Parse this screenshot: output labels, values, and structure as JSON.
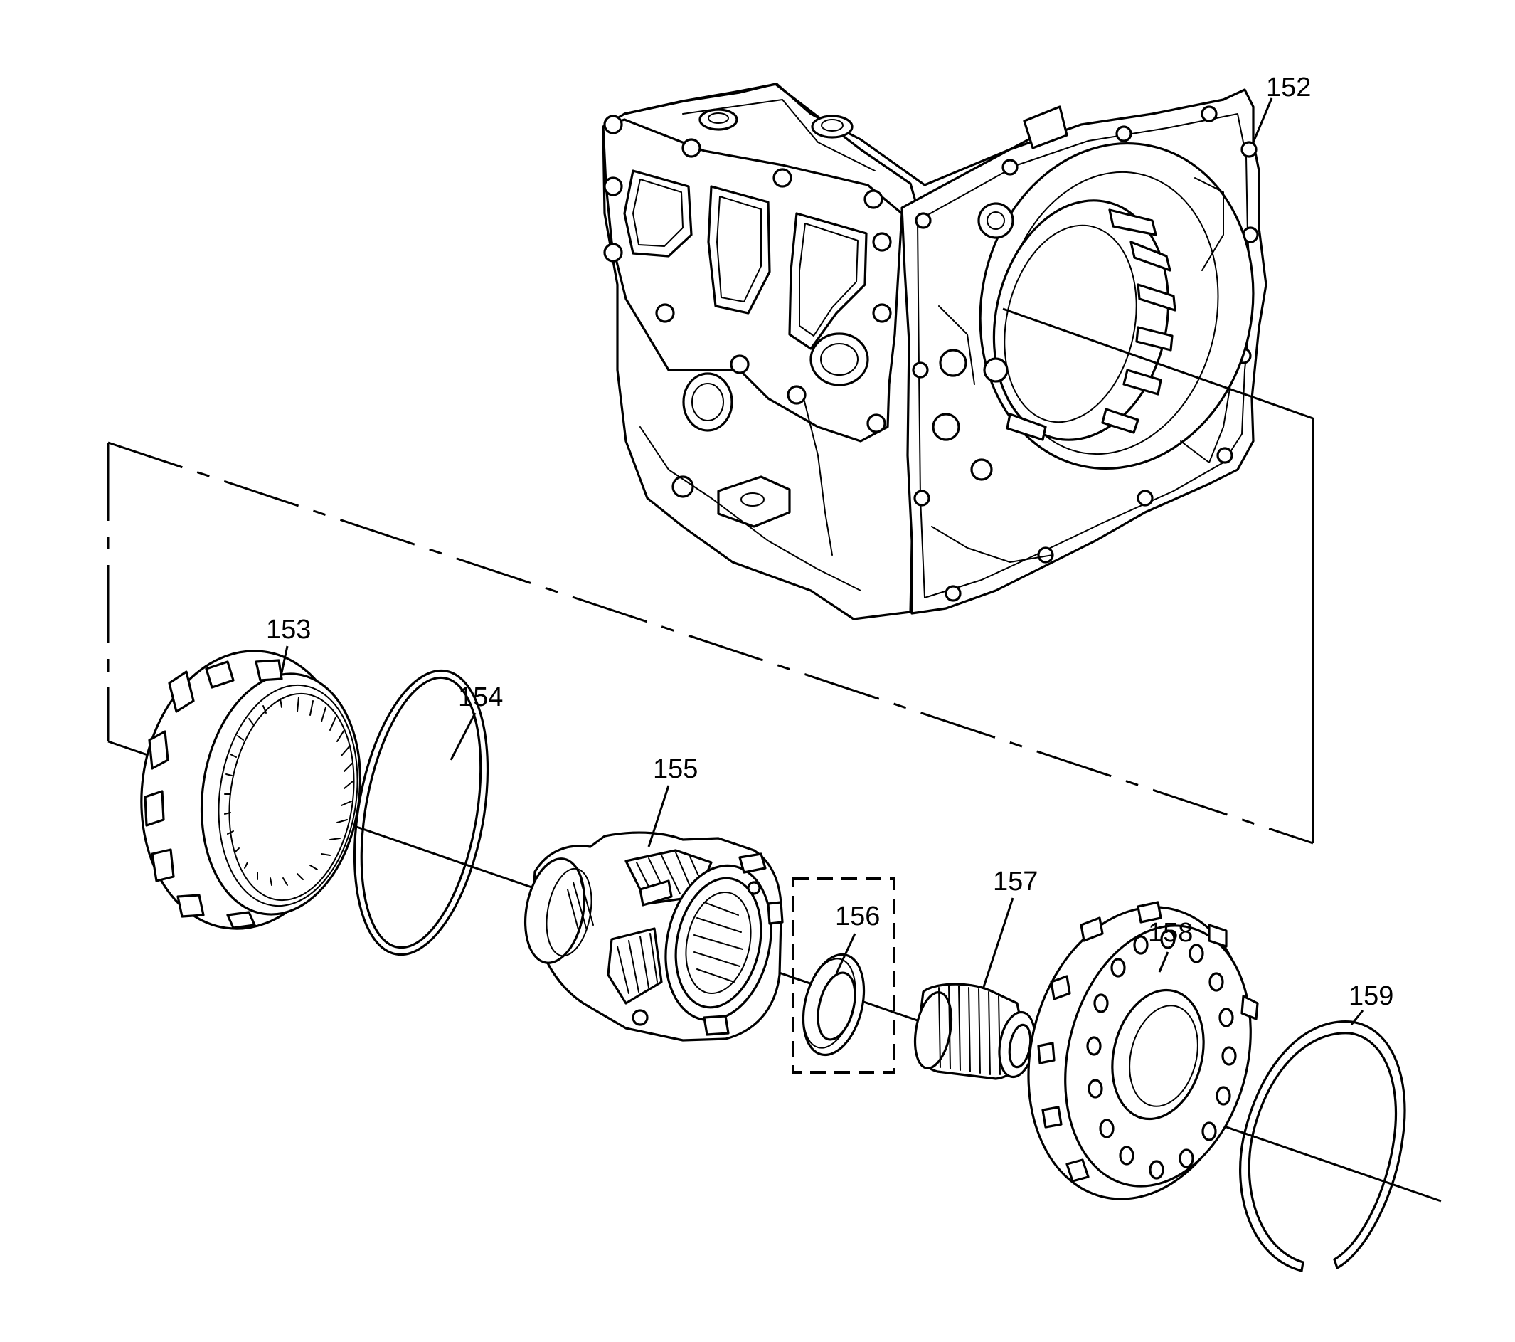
{
  "diagram": {
    "callouts": [
      {
        "id": "c152",
        "label": "152"
      },
      {
        "id": "c153",
        "label": "153"
      },
      {
        "id": "c154",
        "label": "154"
      },
      {
        "id": "c155",
        "label": "155"
      },
      {
        "id": "c156",
        "label": "156"
      },
      {
        "id": "c157",
        "label": "157"
      },
      {
        "id": "c158",
        "label": "158"
      },
      {
        "id": "c159",
        "label": "159"
      }
    ],
    "colors": {
      "line": "#000000",
      "background": "#ffffff"
    }
  }
}
